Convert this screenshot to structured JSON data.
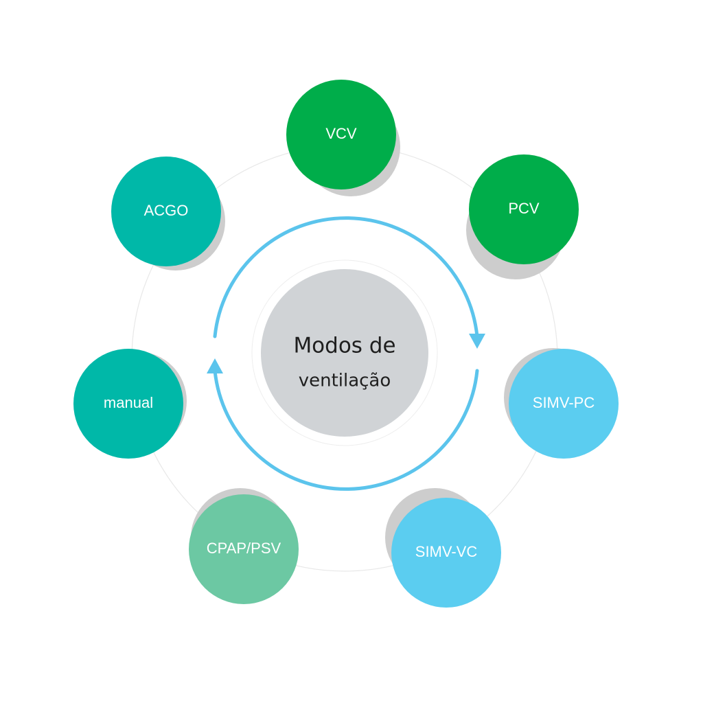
{
  "center": {
    "title_line1": "Modos de",
    "title_line2": "ventilação"
  },
  "modes": [
    {
      "label": "VCV",
      "color": "#00ad4a"
    },
    {
      "label": "PCV",
      "color": "#00ad4a"
    },
    {
      "label": "SIMV-PC",
      "color": "#5bcdf0"
    },
    {
      "label": "SIMV-VC",
      "color": "#5bcdf0"
    },
    {
      "label": "CPAP/PSV",
      "color": "#6cc8a3"
    },
    {
      "label": "manual",
      "color": "#00b8a8"
    },
    {
      "label": "ACGO",
      "color": "#00b8a8"
    }
  ],
  "colors": {
    "center_fill": "#d0d3d6",
    "arrow": "#5bc4ec",
    "shadow": "#cdcdcd",
    "guide_ring": "#e8e8e8"
  }
}
